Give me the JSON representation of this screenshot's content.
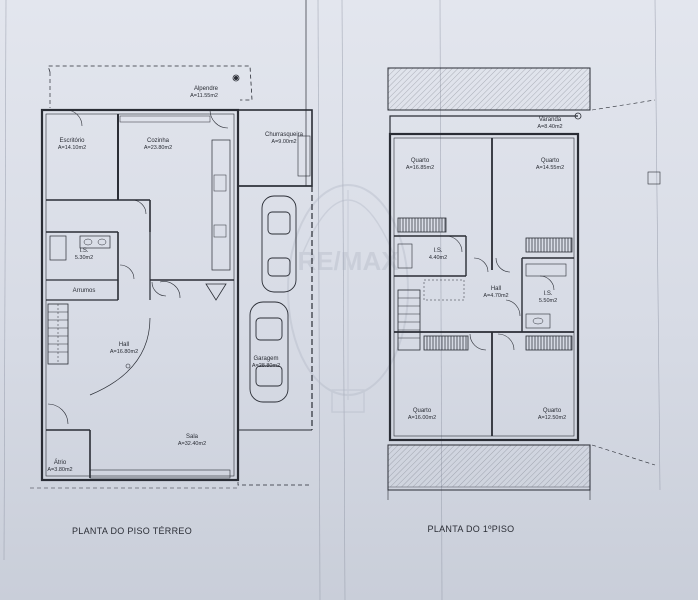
{
  "plans": [
    {
      "title": "PLANTA DO PISO TÉRREO",
      "rooms": [
        {
          "name": "Alpendre",
          "area": "A=11.55m2"
        },
        {
          "name": "Escritório",
          "area": "A=14.10m2"
        },
        {
          "name": "Cozinha",
          "area": "A=23.80m2"
        },
        {
          "name": "Churrasqueira",
          "area": "A=9.00m2"
        },
        {
          "name": "I.S.",
          "area": "5.30m2"
        },
        {
          "name": "Arrumos",
          "area": ""
        },
        {
          "name": "Hall",
          "area": "A=16.80m2"
        },
        {
          "name": "Garagem",
          "area": "A=28.80m2"
        },
        {
          "name": "Sala",
          "area": "A=32.40m2"
        },
        {
          "name": "Átrio",
          "area": "A=3.80m2"
        }
      ]
    },
    {
      "title": "PLANTA DO 1ºPISO",
      "rooms": [
        {
          "name": "Varanda",
          "area": "A=8.40m2"
        },
        {
          "name": "Quarto",
          "area": "A=16.85m2"
        },
        {
          "name": "Quarto",
          "area": "A=14.55m2"
        },
        {
          "name": "I.S.",
          "area": "4.40m2"
        },
        {
          "name": "Hall",
          "area": "A=4.70m2"
        },
        {
          "name": "I.S.",
          "area": "5.50m2"
        },
        {
          "name": "Quarto",
          "area": "A=16.00m2"
        },
        {
          "name": "Quarto",
          "area": "A=12.50m2"
        }
      ]
    }
  ],
  "watermark": {
    "text": "RE/MAX"
  },
  "colors": {
    "paper": "#dfe2ea",
    "line": "#2a2d35",
    "watermark": "#aeb4c2"
  }
}
